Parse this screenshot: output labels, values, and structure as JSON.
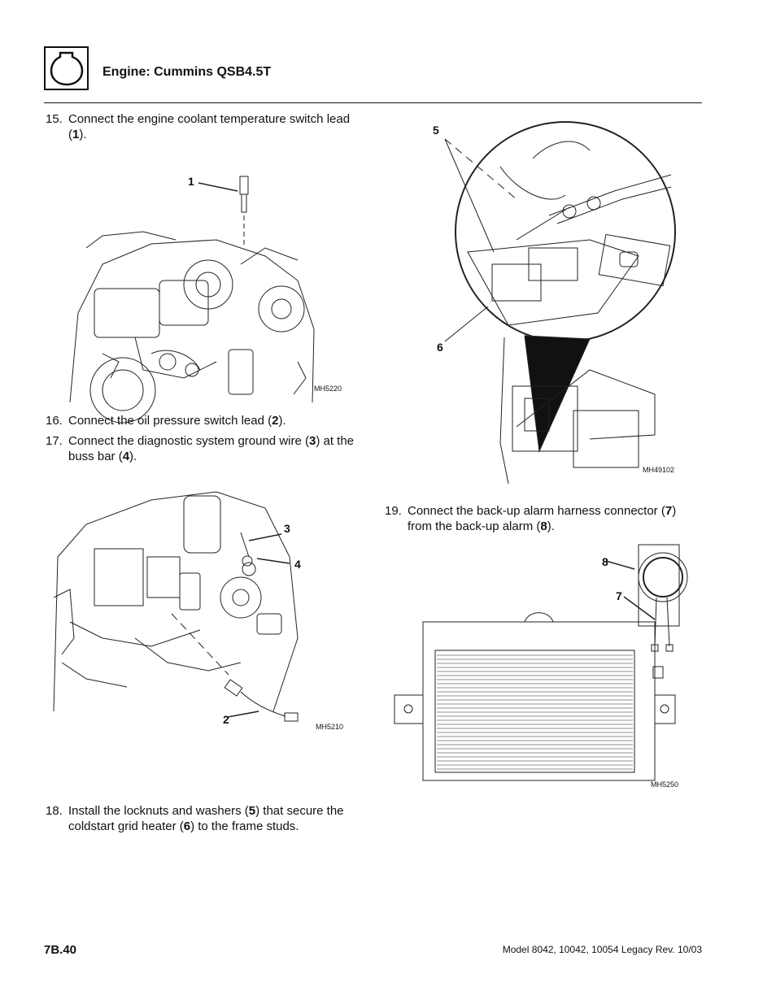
{
  "header": {
    "title": "Engine: Cummins QSB4.5T"
  },
  "steps": [
    {
      "num": "15.",
      "line1": "Connect the engine coolant temperature switch lead",
      "line2_pre": "(",
      "b1": "1",
      "line2_post": ")."
    },
    {
      "num": "16.",
      "line1_pre": "Connect the oil pressure switch lead (",
      "b1": "2",
      "line1_post": ")."
    },
    {
      "num": "17.",
      "line1_pre": "Connect the diagnostic system ground wire (",
      "b1": "3",
      "line1_post": ") at the",
      "line2_pre": "buss bar (",
      "b2": "4",
      "line2_post": ")."
    },
    {
      "num": "18.",
      "line1_pre": "Install the locknuts and washers (",
      "b1": "5",
      "line1_post": ") that secure the",
      "line2_pre": "coldstart grid heater (",
      "b2": "6",
      "line2_post": ") to the frame studs."
    },
    {
      "num": "19.",
      "line1_pre": "Connect the back-up alarm harness connector (",
      "b1": "7",
      "line1_post": ")",
      "line2_pre": "from the back-up alarm (",
      "b2": "8",
      "line2_post": ")."
    }
  ],
  "figures": [
    {
      "id": "MH5220",
      "callouts": [
        "1"
      ]
    },
    {
      "id": "MH5210",
      "callouts": [
        "3",
        "4",
        "2"
      ]
    },
    {
      "id": "MH49102",
      "callouts": [
        "5",
        "6"
      ]
    },
    {
      "id": "MH5250",
      "callouts": [
        "8",
        "7"
      ]
    }
  ],
  "footer": {
    "page": "7B.40",
    "model": "Model  8042, 10042, 10054 Legacy    Rev.  10/03"
  },
  "icons": {
    "logo": "engine-icon"
  }
}
